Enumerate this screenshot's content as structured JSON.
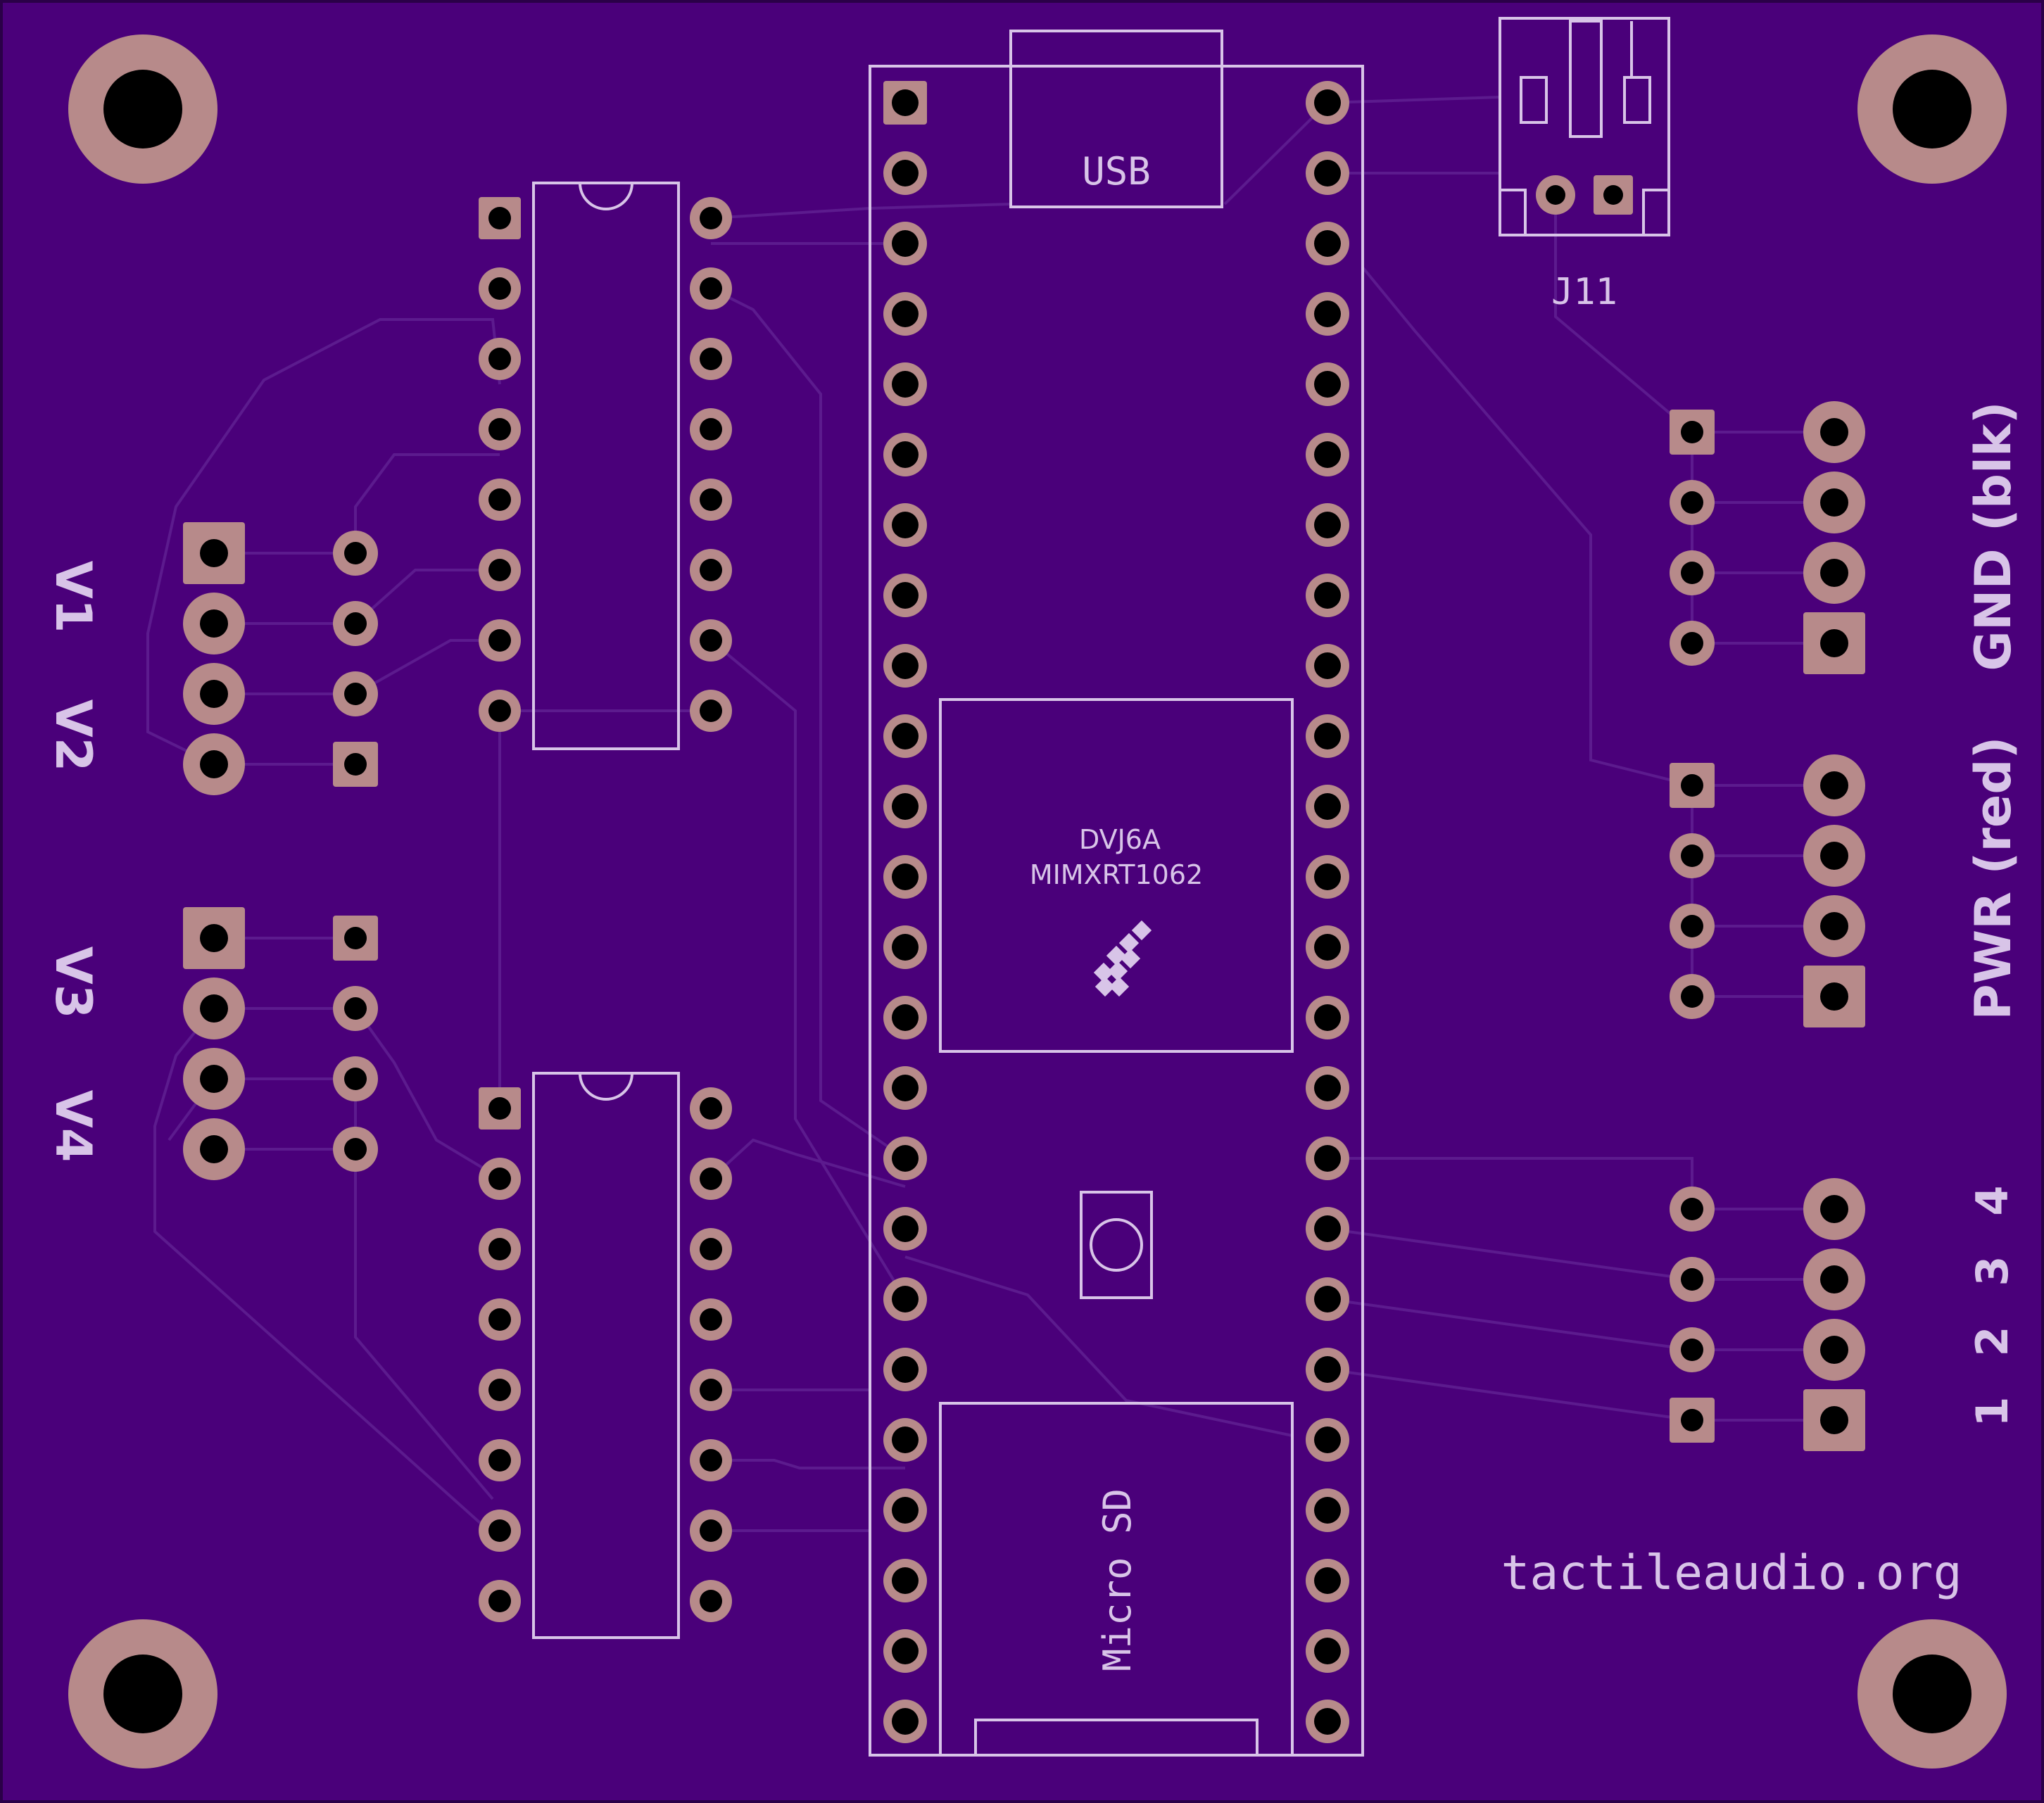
{
  "board": {
    "colors": {
      "substrate": "#4a007a",
      "trace": "#5c1b8e",
      "copper": "#b78a8a",
      "silkscreen": "#d8c4e8",
      "hole": "#000000"
    }
  },
  "labels": {
    "usb": "USB",
    "j11": "J11",
    "chip_line1": "DVJ6A",
    "chip_line2": "MIMXRT1062",
    "micro_sd": "Micro SD",
    "url": "tactileaudio.org",
    "v1": "V1",
    "v2": "V2",
    "v3": "V3",
    "v4": "V4",
    "gnd": "GND (blk)",
    "pwr": "PWR (red)",
    "n1": "1",
    "n2": "2",
    "n3": "3",
    "n4": "4"
  }
}
